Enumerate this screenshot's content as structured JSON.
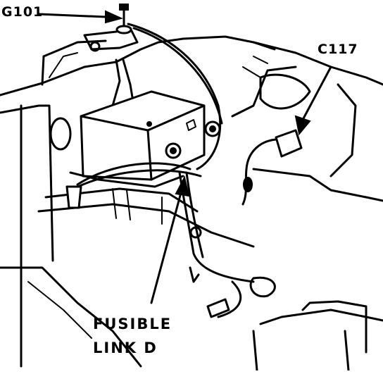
{
  "callouts": {
    "ground": "G101",
    "connector": "C117",
    "fusible_line1": "FUSIBLE",
    "fusible_line2": "LINK D"
  }
}
